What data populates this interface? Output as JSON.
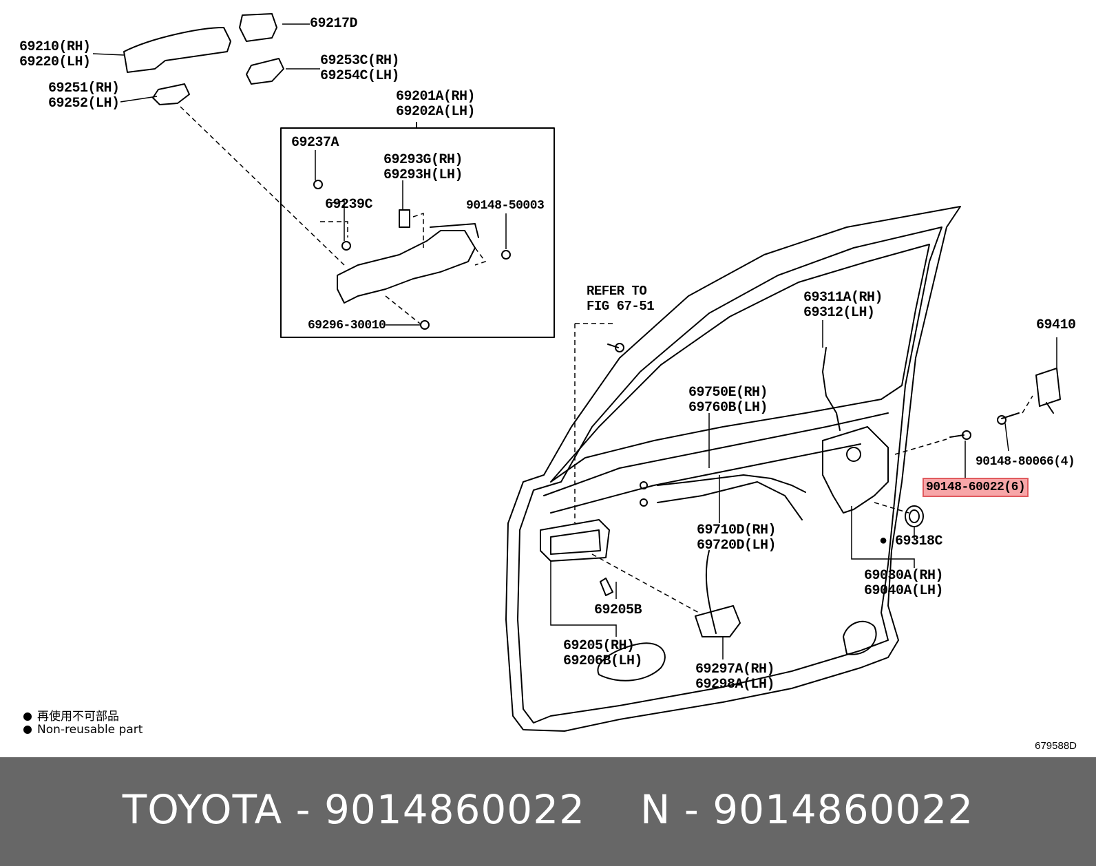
{
  "labels": {
    "p69210": {
      "l1": "69210(RH)",
      "l2": "69220(LH)"
    },
    "p69217": {
      "l1": "69217D"
    },
    "p69253": {
      "l1": "69253C(RH)",
      "l2": "69254C(LH)"
    },
    "p69251": {
      "l1": "69251(RH)",
      "l2": "69252(LH)"
    },
    "p69201": {
      "l1": "69201A(RH)",
      "l2": "69202A(LH)"
    },
    "p69237": {
      "l1": "69237A"
    },
    "p69293": {
      "l1": "69293G(RH)",
      "l2": "69293H(LH)"
    },
    "p69239": {
      "l1": "69239C"
    },
    "p90148_50003": {
      "l1": "90148-50003"
    },
    "p69296": {
      "l1": "69296-30010"
    },
    "refer": {
      "l1": "REFER TO",
      "l2": "FIG 67-51"
    },
    "p69311": {
      "l1": "69311A(RH)",
      "l2": "69312(LH)"
    },
    "p69410": {
      "l1": "69410"
    },
    "p69750": {
      "l1": "69750E(RH)",
      "l2": "69760B(LH)"
    },
    "p90148_80066": {
      "l1": "90148-80066(4)"
    },
    "p90148_60022": {
      "l1": "90148-60022(6)"
    },
    "p69710": {
      "l1": "69710D(RH)",
      "l2": "69720D(LH)"
    },
    "p69318": {
      "l1": "69318C"
    },
    "p69030": {
      "l1": "69030A(RH)",
      "l2": "69040A(LH)"
    },
    "p69205b": {
      "l1": "69205B"
    },
    "p69205": {
      "l1": "69205(RH)",
      "l2": "69206B(LH)"
    },
    "p69297": {
      "l1": "69297A(RH)",
      "l2": "69298A(LH)"
    }
  },
  "legend": {
    "jp": "再使用不可部品",
    "en": "Non-reusable part"
  },
  "figure_number": "679588D",
  "footer": {
    "left": "TOYOTA - 9014860022",
    "right": "N - 9014860022"
  },
  "colors": {
    "highlight_fill": "#f7a6a8",
    "highlight_border": "#e05a5e",
    "footer_bg": "#676767"
  }
}
